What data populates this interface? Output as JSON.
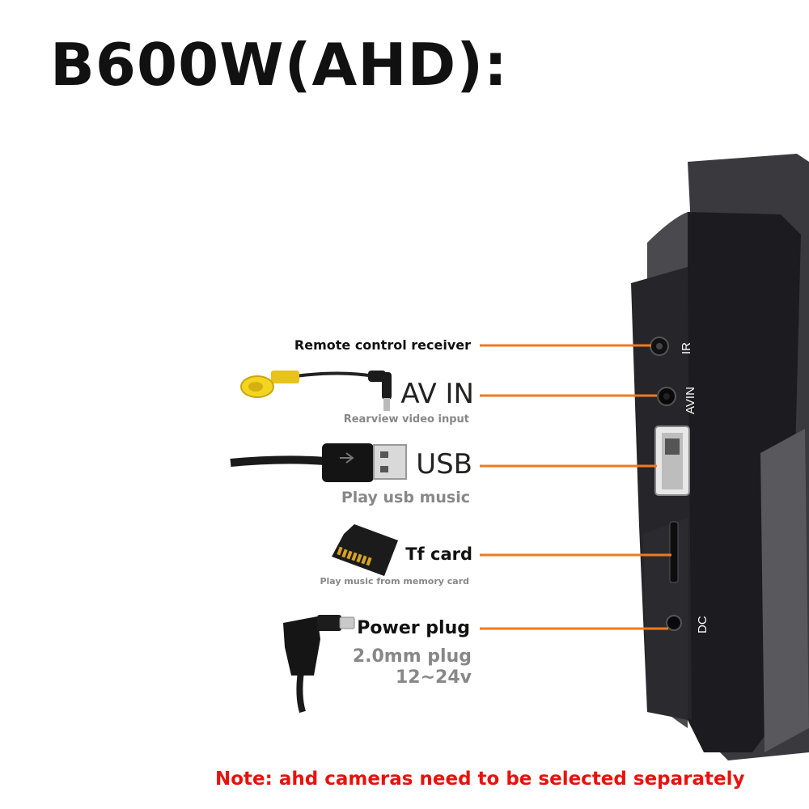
{
  "title": "B600W(AHD):",
  "ports": {
    "ir": {
      "label": "Remote control receiver",
      "device_text": "IR"
    },
    "avin": {
      "label": "AV IN",
      "sub": "Rearview video input",
      "device_text": "AVIN"
    },
    "usb": {
      "label": "USB",
      "sub": "Play usb music"
    },
    "tf": {
      "label": "Tf card",
      "sub": "Play music from memory card"
    },
    "dc": {
      "label": "Power plug",
      "sub1": "2.0mm plug",
      "sub2": "12~24v",
      "device_text": "DC"
    }
  },
  "note": "Note: ahd cameras need to be selected separately",
  "colors": {
    "leader_line": "#f07a1e",
    "note": "#e8120c",
    "device": "#2b2a2f"
  }
}
